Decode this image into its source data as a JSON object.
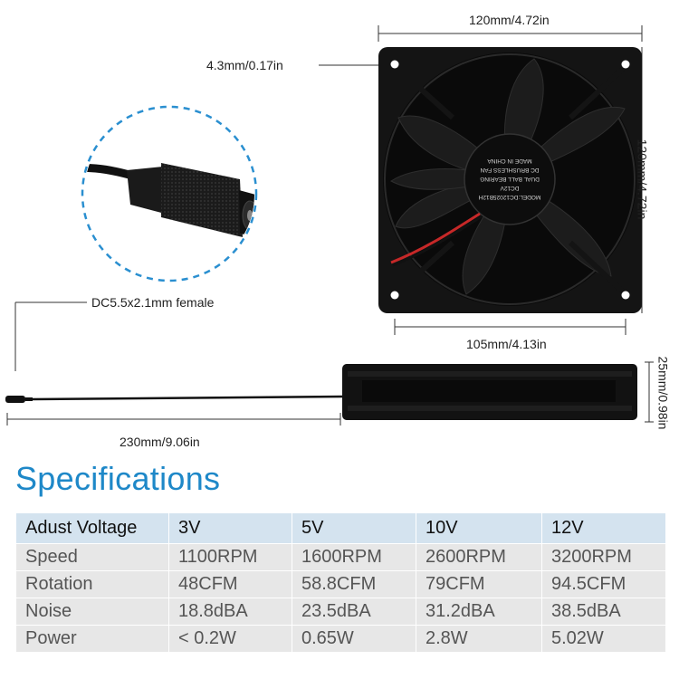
{
  "dimensions": {
    "width_top": "120mm/4.72in",
    "height_side": "120mm/4.72in",
    "hole_spacing": "105mm/4.13in",
    "corner_offset": "4.3mm/0.17in",
    "thickness": "25mm/0.98in",
    "cable_length": "230mm/9.06in",
    "connector": "DC5.5x2.1mm female"
  },
  "fan_label": {
    "line1": "MODEL:DC12025B12H",
    "line2": "DC12V",
    "line3": "DUAL BALL BEARING",
    "line4": "DC BRUSHLESS FAN",
    "line5": "MADE IN CHINA"
  },
  "specifications": {
    "title": "Specifications",
    "header": [
      "Adust Voltage",
      "3V",
      "5V",
      "10V",
      "12V"
    ],
    "rows": [
      [
        "Speed",
        "1100RPM",
        "1600RPM",
        "2600RPM",
        "3200RPM"
      ],
      [
        "Rotation",
        "48CFM",
        "58.8CFM",
        "79CFM",
        "94.5CFM"
      ],
      [
        "Noise",
        "18.8dBA",
        "23.5dBA",
        "31.2dBA",
        "38.5dBA"
      ],
      [
        "Power",
        "< 0.2W",
        "0.65W",
        "2.8W",
        "5.02W"
      ]
    ]
  },
  "colors": {
    "accent": "#1e88c8",
    "table_header_bg": "#d4e3ef",
    "table_row_bg": "#e7e7e7",
    "fan_body": "#141414",
    "callout_dash": "#2a8fd0"
  }
}
